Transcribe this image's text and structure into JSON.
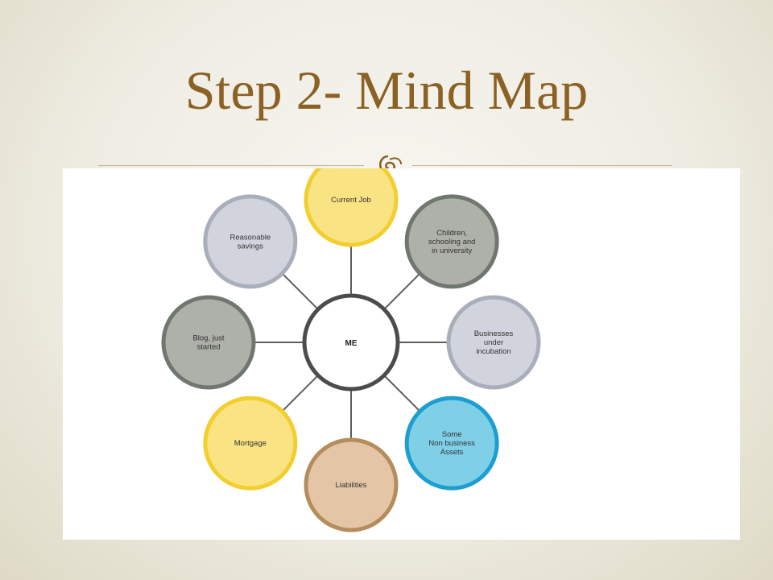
{
  "slide": {
    "title": "Step 2- Mind Map"
  },
  "mind_map": {
    "center": "ME",
    "nodes": [
      {
        "id": "current-job",
        "lines": [
          "Current Job"
        ],
        "fill": "#fae382",
        "stroke": "#f2cf2e"
      },
      {
        "id": "children",
        "lines": [
          "Children,",
          "schooling and",
          "in university"
        ],
        "fill": "#aeb0aa",
        "stroke": "#6f7770"
      },
      {
        "id": "businesses",
        "lines": [
          "Businesses",
          "under",
          "incubation"
        ],
        "fill": "#d1d4dd",
        "stroke": "#a9aebb"
      },
      {
        "id": "non-business-assets",
        "lines": [
          "Some",
          "Non business",
          "Assets"
        ],
        "fill": "#7fcfe7",
        "stroke": "#1d9ed0"
      },
      {
        "id": "liabilities",
        "lines": [
          "Liabilities"
        ],
        "fill": "#e4c6a6",
        "stroke": "#b58d5c"
      },
      {
        "id": "mortgage",
        "lines": [
          "Mortgage"
        ],
        "fill": "#fae382",
        "stroke": "#f2cf2e"
      },
      {
        "id": "blog",
        "lines": [
          "Blog, just",
          "started"
        ],
        "fill": "#aeb0aa",
        "stroke": "#6f7770"
      },
      {
        "id": "savings",
        "lines": [
          "Reasonable",
          "savings"
        ],
        "fill": "#d1d4dd",
        "stroke": "#a9aebb"
      }
    ]
  },
  "colors": {
    "title": "#8b6124",
    "connector": "#5a5e5c",
    "center_stroke": "#4a4d4c"
  }
}
